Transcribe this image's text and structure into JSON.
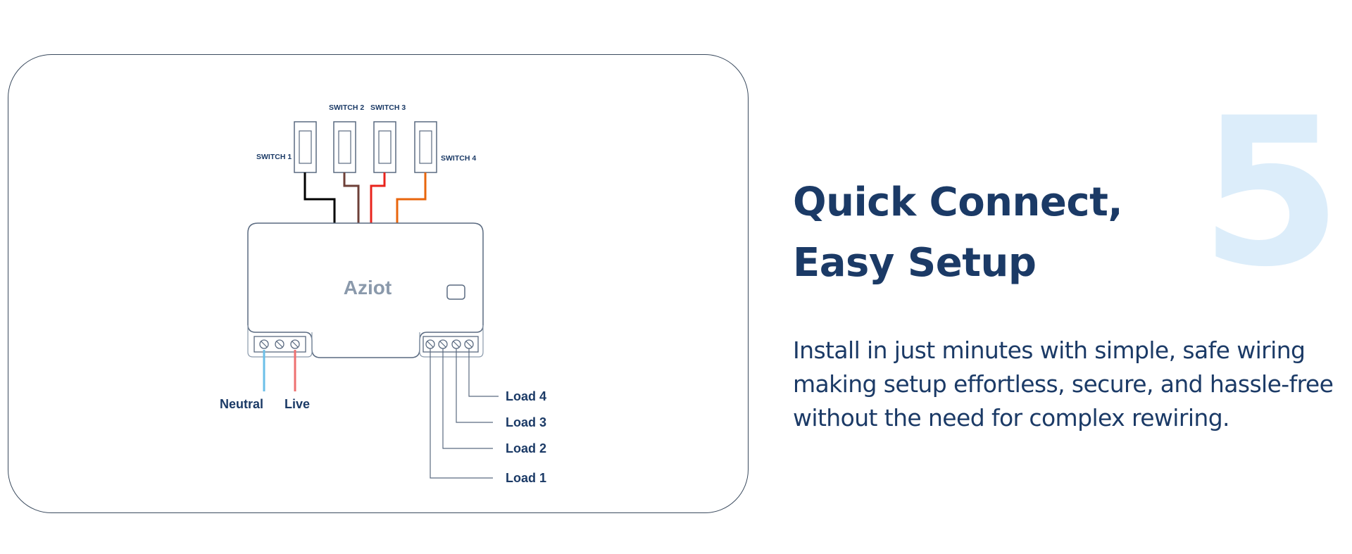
{
  "diagram": {
    "switches": [
      {
        "label": "SWITCH 1"
      },
      {
        "label": "SWITCH 2"
      },
      {
        "label": "SWITCH 3"
      },
      {
        "label": "SWITCH 4"
      }
    ],
    "brand": "Aziot",
    "terminals": {
      "neutral_label": "Neutral",
      "live_label": "Live"
    },
    "loads": [
      "Load 4",
      "Load 3",
      "Load 2",
      "Load 1"
    ],
    "wire_colors": {
      "switch1": "#000000",
      "switch2": "#6e4038",
      "switch3": "#e8231c",
      "switch4": "#e8650c",
      "neutral": "#6bbfe8",
      "live": "#ee7070"
    }
  },
  "feature": {
    "number": "5",
    "title_line1": "Quick Connect,",
    "title_line2": "Easy Setup",
    "description": "Install in just minutes with simple, safe wiring making setup effortless, secure, and hassle-free without the need for complex rewiring."
  },
  "colors": {
    "navy": "#1b3a66",
    "number_tint": "#dcedfa",
    "outline": "#3a4a5e"
  }
}
